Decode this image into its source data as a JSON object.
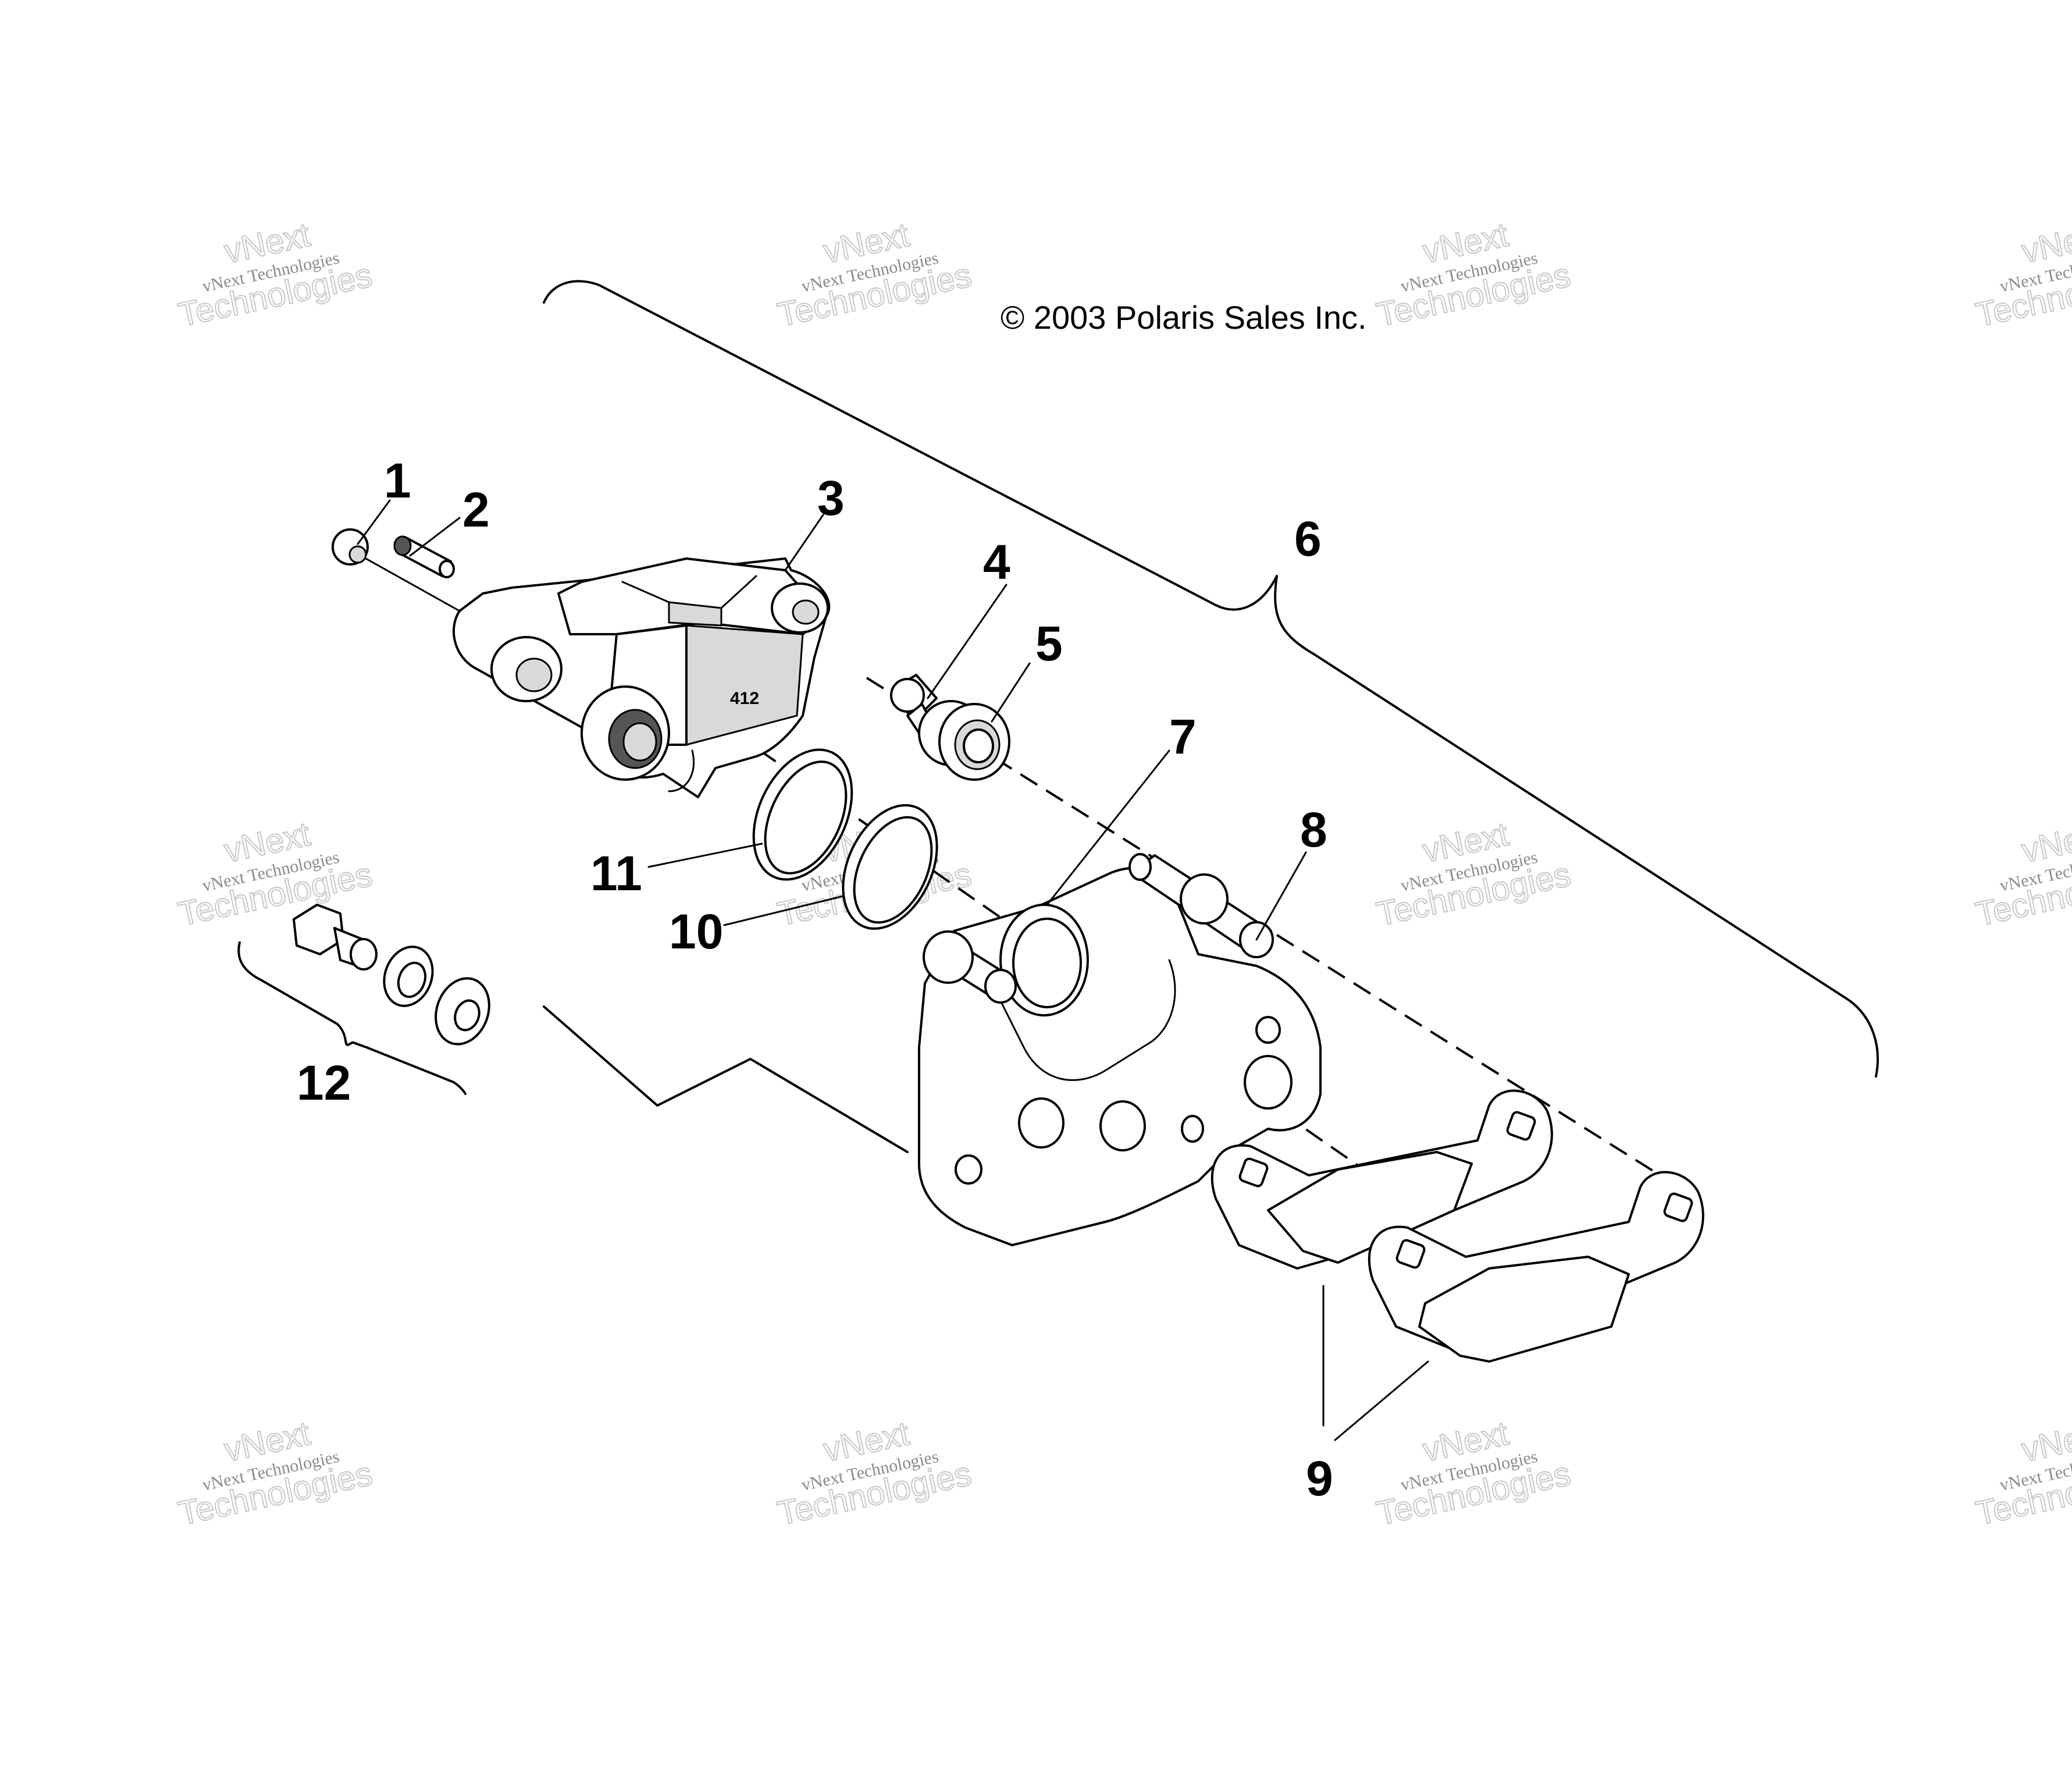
{
  "copyright": "© 2003 Polaris Sales Inc.",
  "caliper_marking": "412",
  "watermark": {
    "line_small": "vNext Technologies",
    "line_big_1": "vNext",
    "line_big_2": "Technologies"
  },
  "callouts": [
    {
      "id": "1",
      "label": "1"
    },
    {
      "id": "2",
      "label": "2"
    },
    {
      "id": "3",
      "label": "3"
    },
    {
      "id": "4",
      "label": "4"
    },
    {
      "id": "5",
      "label": "5"
    },
    {
      "id": "6",
      "label": "6"
    },
    {
      "id": "7",
      "label": "7"
    },
    {
      "id": "8",
      "label": "8"
    },
    {
      "id": "9",
      "label": "9"
    },
    {
      "id": "10",
      "label": "10"
    },
    {
      "id": "11",
      "label": "11"
    },
    {
      "id": "12",
      "label": "12"
    }
  ]
}
